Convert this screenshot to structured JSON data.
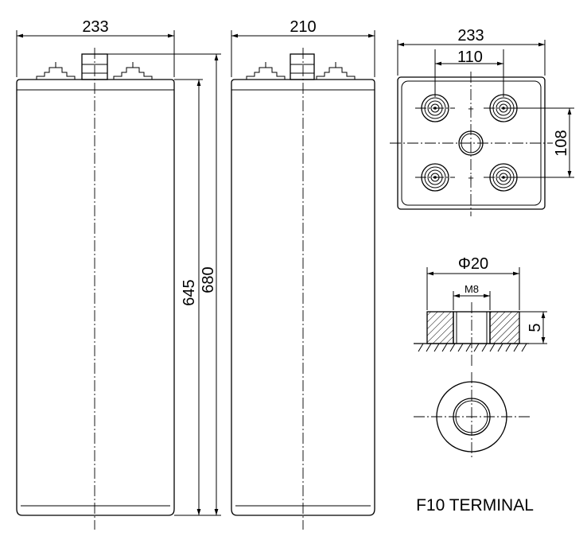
{
  "front_view": {
    "width_label": "233",
    "height_label_inner": "645",
    "height_label_outer": "680"
  },
  "side_view": {
    "width_label": "210"
  },
  "top_view": {
    "width_label": "233",
    "pole_spacing_label": "110",
    "pole_depth_label": "108",
    "plus_sign": "+"
  },
  "terminal_detail": {
    "diameter_label": "Φ20",
    "thread_label": "M8",
    "thickness_label": "5",
    "title": "F10 TERMINAL"
  }
}
